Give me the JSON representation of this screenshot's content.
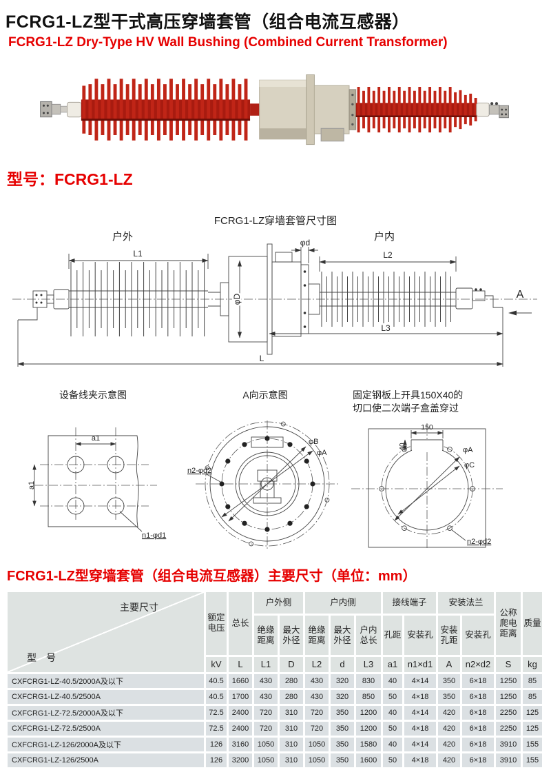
{
  "header": {
    "title_cn": "FCRG1-LZ型干式高压穿墙套管（组合电流互感器）",
    "title_en": "FCRG1-LZ Dry-Type HV Wall Bushing (Combined Current Transformer)"
  },
  "model_line": "型号：FCRG1-LZ",
  "drawing": {
    "title": "FCRG1-LZ穿墙套管尺寸图",
    "labels": {
      "outdoor": "户外",
      "indoor": "户内",
      "l1": "L1",
      "l2": "L2",
      "l3": "L3",
      "l": "L",
      "phi_d": "φd",
      "phi_D": "φD",
      "view_a": "A"
    }
  },
  "sub_diagrams": {
    "clamp": {
      "caption": "设备线夹示意图",
      "labels": {
        "a1_top": "a1",
        "a1_left": "a1",
        "holes": "n1-φd1"
      }
    },
    "a_view": {
      "caption": "A向示意图",
      "labels": {
        "holes": "n2-φd2",
        "phi_b": "φB",
        "phi_a": "φA"
      }
    },
    "plate": {
      "caption_line1": "固定钢板上开具150X40的",
      "caption_line2": "切口使二次端子盒盖穿过",
      "labels": {
        "w": "150",
        "h": "40",
        "phi_a": "φA",
        "phi_c": "φC",
        "holes": "n2-φd2"
      }
    }
  },
  "table": {
    "heading": "FCRG1-LZ型穿墙套管（组合电流互感器）主要尺寸（单位：mm）",
    "corner": {
      "top": "主要尺寸",
      "bottom": "型　号"
    },
    "groups": {
      "outdoor": "户外侧",
      "indoor": "户内侧",
      "terminal": "接线端子",
      "flange": "安装法兰"
    },
    "cols": {
      "rated_voltage": "额定电压",
      "total_len": "总长",
      "ins_dist": "绝缘距离",
      "max_od": "最大外径",
      "ins_dist2": "绝缘距离",
      "max_od2": "最大外径",
      "indoor_len": "户内总长",
      "hole_pitch": "孔距",
      "mount_hole": "安装孔",
      "mount_pitch": "安装孔距",
      "mount_hole2": "安装孔",
      "creepage": "公称爬电距离",
      "weight": "质量"
    },
    "units": [
      "kV",
      "L",
      "L1",
      "D",
      "L2",
      "d",
      "L3",
      "a1",
      "n1×d1",
      "A",
      "n2×d2",
      "S",
      "kg"
    ],
    "rows": [
      [
        "CXFCRG1-LZ-40.5/2000A及以下",
        "40.5",
        "1660",
        "430",
        "280",
        "430",
        "320",
        "830",
        "40",
        "4×14",
        "350",
        "6×18",
        "1250",
        "85"
      ],
      [
        "CXFCRG1-LZ-40.5/2500A",
        "40.5",
        "1700",
        "430",
        "280",
        "430",
        "320",
        "850",
        "50",
        "4×18",
        "350",
        "6×18",
        "1250",
        "85"
      ],
      [
        "CXFCRG1-LZ-72.5/2000A及以下",
        "72.5",
        "2400",
        "720",
        "310",
        "720",
        "350",
        "1200",
        "40",
        "4×14",
        "420",
        "6×18",
        "2250",
        "125"
      ],
      [
        "CXFCRG1-LZ-72.5/2500A",
        "72.5",
        "2400",
        "720",
        "310",
        "720",
        "350",
        "1200",
        "50",
        "4×18",
        "420",
        "6×18",
        "2250",
        "125"
      ],
      [
        "CXFCRG1-LZ-126/2000A及以下",
        "126",
        "3160",
        "1050",
        "310",
        "1050",
        "350",
        "1580",
        "40",
        "4×14",
        "420",
        "6×18",
        "3910",
        "155"
      ],
      [
        "CXFCRG1-LZ-126/2500A",
        "126",
        "3200",
        "1050",
        "310",
        "1050",
        "350",
        "1600",
        "50",
        "4×18",
        "420",
        "6×18",
        "3910",
        "155"
      ]
    ]
  },
  "colors": {
    "accent_red": "#e60000",
    "table_header_bg": "#dee3e1",
    "table_cell_bg": "#dbe0e3",
    "photo_fin_red": "#c02517",
    "photo_body_beige": "#d9d3c2"
  }
}
